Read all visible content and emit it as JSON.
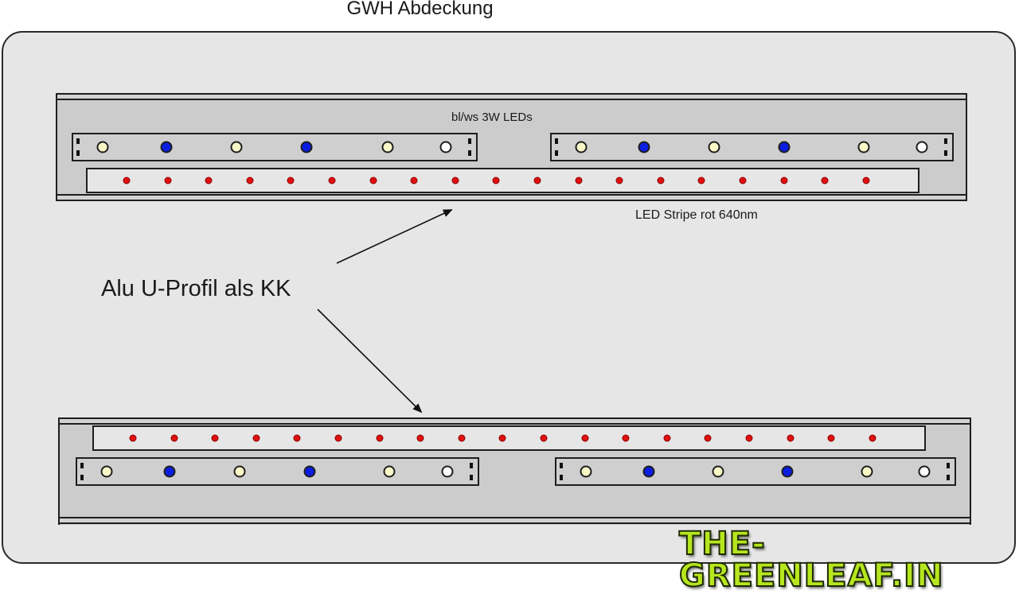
{
  "title": "GWH Abdeckung",
  "labels": {
    "leds": "bl/ws 3W LEDs",
    "stripe": "LED Stripe rot 640nm",
    "alu": "Alu U-Profil als KK"
  },
  "watermark": "THE-GREENLEAF.IN",
  "colors": {
    "led_warm_white": "#fbf8c8",
    "led_blue": "#0a1de0",
    "led_white": "#ffffff",
    "led_red": "#e01010",
    "profile_fill": "#cccccc",
    "background": "#e6e6e6"
  },
  "led_board_sequence": [
    "warm-white",
    "blue",
    "warm-white",
    "blue",
    "warm-white",
    "white"
  ],
  "red_stripe_led_count": 19,
  "profiles": [
    {
      "name": "top-profile",
      "orientation": "stripe-below-boards",
      "boards": 2
    },
    {
      "name": "bottom-profile",
      "orientation": "stripe-above-boards",
      "boards": 2
    }
  ]
}
